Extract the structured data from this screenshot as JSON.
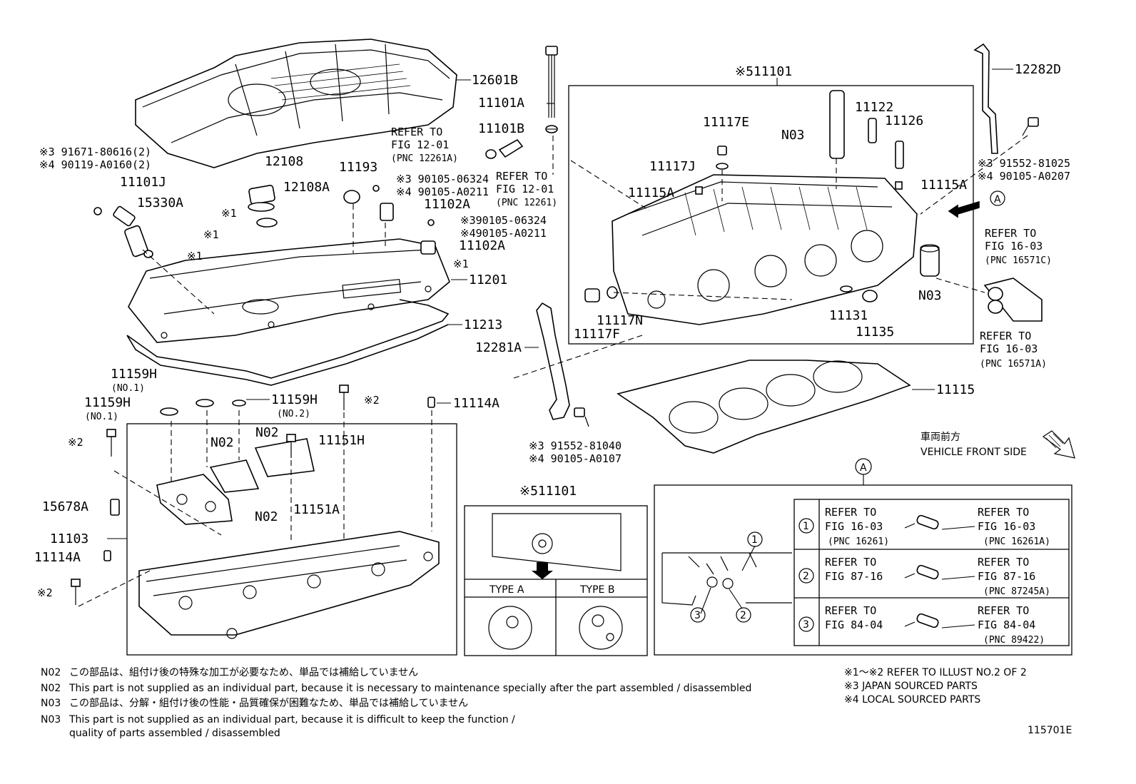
{
  "labels": {
    "p12601B": "12601B",
    "p11101A": "11101A",
    "p11101B": "11101B",
    "p11101_top": "※511101",
    "p12282D": "12282D",
    "p91671": "※3 91671-80616(2)",
    "p90119": "※4 90119-A0160(2)",
    "p11101J": "11101J",
    "p15330A": "15330A",
    "p12108": "12108",
    "p12108A": "12108A",
    "p11193": "11193",
    "refer1201a_1": "REFER TO",
    "refer1201a_2": "FIG 12-01",
    "refer1201a_3": "(PNC 12261A)",
    "refer1201b_1": "REFER TO",
    "refer1201b_2": "FIG 12-01",
    "refer1201b_3": "(PNC 12261)",
    "p90105_06324a": "※3 90105-06324",
    "p90105_A0211a": "※4 90105-A0211",
    "p11102A_1": "11102A",
    "p90105_06324b": "※390105-06324",
    "p90105_A0211b": "※490105-A0211",
    "p11102A_2": "11102A",
    "x1_a": "※1",
    "x1_b": "※1",
    "x1_c": "※1",
    "x1_d": "※1",
    "p11201": "11201",
    "p11213": "11213",
    "p11117E": "11117E",
    "p11117J": "11117J",
    "pN03_1": "N03",
    "p11122": "11122",
    "p11126": "11126",
    "p11115A_1": "11115A",
    "p11115A_2": "11115A",
    "p91552_81025": "※3 91552-81025",
    "p90105_A0207": "※4 90105-A0207",
    "circleA_1": "A",
    "refer1603c_1": "REFER TO",
    "refer1603c_2": "FIG 16-03",
    "refer1603c_3": "(PNC 16571C)",
    "pN03_2": "N03",
    "p11117N": "11117N",
    "p11117F": "11117F",
    "p11131": "11131",
    "p11135": "11135",
    "refer1603a_1": "REFER TO",
    "refer1603a_2": "FIG 16-03",
    "refer1603a_3": "(PNC 16571A)",
    "p12281A": "12281A",
    "p11115": "11115",
    "p11159H_a": "11159H",
    "p11159H_a_no": "(NO.1)",
    "p11159H_b": "11159H",
    "p11159H_b_no": "(NO.1)",
    "p11159H_c": "11159H",
    "p11159H_c_no": "(NO.2)",
    "x2_a": "※2",
    "x2_b": "※2",
    "x2_c": "※2",
    "p11114A_1": "11114A",
    "p11114A_2": "11114A",
    "pN02_1": "N02",
    "pN02_2": "N02",
    "pN02_3": "N02",
    "p11151H": "11151H",
    "p11151A": "11151A",
    "p15678A": "15678A",
    "p11103": "11103",
    "p91552_81040": "※3 91552-81040",
    "p90105_A0107": "※4 90105-A0107",
    "front_jp": "車両前方",
    "front_en": "VEHICLE FRONT SIDE",
    "p11101_bottom": "※511101",
    "typeA": "TYPE A",
    "typeB": "TYPE B",
    "circleA_2": "A"
  },
  "detail_refs": [
    {
      "num": "1",
      "left1": "REFER TO",
      "left2": "FIG 16-03",
      "left3": "(PNC 16261)",
      "right1": "REFER TO",
      "right2": "FIG 16-03",
      "right3": "(PNC 16261A)"
    },
    {
      "num": "2",
      "left1": "REFER TO",
      "left2": "FIG 87-16",
      "left3": "",
      "right1": "REFER TO",
      "right2": "FIG 87-16",
      "right3": "(PNC 87245A)"
    },
    {
      "num": "3",
      "left1": "REFER TO",
      "left2": "FIG 84-04",
      "left3": "",
      "right1": "REFER TO",
      "right2": "FIG 84-04",
      "right3": "(PNC 89422)"
    }
  ],
  "detail_callouts": [
    "1",
    "3",
    "2"
  ],
  "notes": [
    {
      "code": "N02",
      "text": "この部品は、組付け後の特殊な加工が必要なため、単品では補給していません"
    },
    {
      "code": "N02",
      "text": "This part is not supplied as an individual part, because it is necessary to maintenance specially after the part assembled / disassembled"
    },
    {
      "code": "N03",
      "text": "この部品は、分解・組付け後の性能・品質確保が困難なため、単品では補給していません"
    },
    {
      "code": "N03",
      "text": "This part is not supplied as an individual part, because it is difficult to keep the function /"
    },
    {
      "code": "",
      "text": "quality of parts  assembled / disassembled"
    }
  ],
  "legend": [
    "※1～※2  REFER TO ILLUST NO.2 OF 2",
    "※3 JAPAN SOURCED PARTS",
    "※4 LOCAL SOURCED PARTS"
  ],
  "illustration_id": "115701E"
}
